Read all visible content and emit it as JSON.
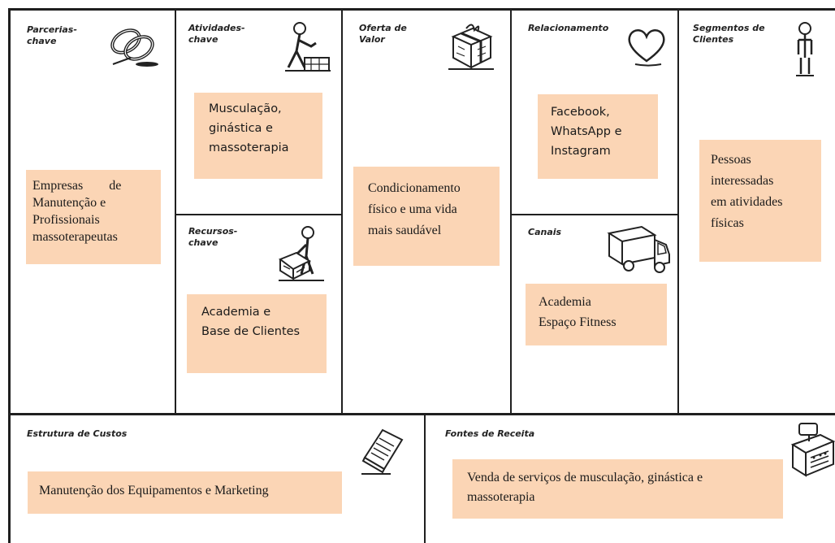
{
  "blocks": {
    "parcerias": {
      "title": "Parcerias-chave",
      "title_lines": [
        "Parcerias-",
        "chave"
      ],
      "note_lines": [
        "Empresas        de",
        "Manutenção e",
        "Profissionais",
        "massoterapeutas"
      ],
      "icon": "chain-link-icon"
    },
    "atividades": {
      "title": "Atividades-chave",
      "title_lines": [
        "Atividades-",
        "chave"
      ],
      "note_lines": [
        "Musculação,",
        "ginástica e",
        "massoterapia"
      ],
      "icon": "worker-icon"
    },
    "recursos": {
      "title": "Recursos-chave",
      "title_lines": [
        "Recursos-",
        "chave"
      ],
      "note_lines": [
        "Academia e",
        "Base de Clientes"
      ],
      "icon": "person-with-crate-icon"
    },
    "oferta": {
      "title": "Oferta de Valor",
      "title_lines": [
        "Oferta de",
        "Valor"
      ],
      "note_lines": [
        "Condicionamento",
        "físico e uma vida",
        "mais saudável"
      ],
      "icon": "gift-box-icon"
    },
    "relacionamento": {
      "title": "Relacionamento",
      "title_lines": [
        "Relacionamento"
      ],
      "note_lines": [
        "Facebook,",
        "WhatsApp e",
        "Instagram"
      ],
      "icon": "heart-icon"
    },
    "canais": {
      "title": "Canais",
      "title_lines": [
        "Canais"
      ],
      "note_lines": [
        "Academia",
        "Espaço Fitness"
      ],
      "icon": "delivery-truck-icon"
    },
    "segmentos": {
      "title": "Segmentos de Clientes",
      "title_lines": [
        "Segmentos de",
        "Clientes"
      ],
      "note_lines": [
        "Pessoas",
        "interessadas",
        "em atividades",
        "físicas"
      ],
      "icon": "standing-person-icon"
    },
    "custos": {
      "title": "Estrutura de Custos",
      "title_lines": [
        "Estrutura de Custos"
      ],
      "note_lines": [
        "Manutenção dos Equipamentos e Marketing"
      ],
      "icon": "document-icon"
    },
    "receita": {
      "title": "Fontes de Receita",
      "title_lines": [
        "Fontes de Receita"
      ],
      "note_lines": [
        "Venda de serviços de musculação, ginástica e",
        "massoterapia"
      ],
      "icon": "cash-register-icon"
    }
  },
  "colors": {
    "border": "#1f1f1f",
    "note_fill": "#fbd5b5",
    "icon_stroke": "#222222"
  }
}
